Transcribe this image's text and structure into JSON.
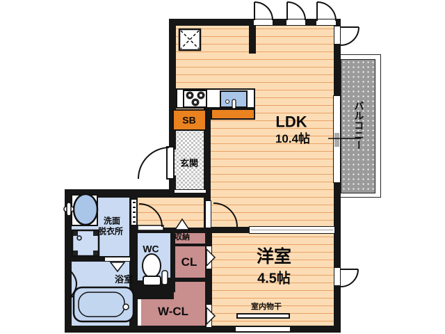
{
  "plan": {
    "rooms": {
      "ldk": {
        "name": "LDK",
        "area": "10.4帖"
      },
      "western_room": {
        "name": "洋室",
        "area": "4.5帖"
      },
      "balcony": {
        "name": "バルコニー"
      },
      "entrance": {
        "name": "玄関"
      },
      "shoe_box": {
        "name": "SB"
      },
      "washroom": {
        "line1": "洗面",
        "line2": "脱衣所"
      },
      "toilet": {
        "name": "WC"
      },
      "bathroom": {
        "name": "浴室"
      },
      "storage": {
        "name": "収納"
      },
      "closet": {
        "name": "CL"
      },
      "walk_in_closet": {
        "name": "W-CL"
      },
      "indoor_drying": {
        "label": "室内物干"
      }
    },
    "colors": {
      "wall": "#161616",
      "wood_floor": "#fcdcb5",
      "wood_line": "#e9a263",
      "wet_room_floor": "#c9daf2",
      "fixture_blue": "#a9c6e9",
      "closet_pink": "#c98e8e",
      "accent_orange": "#ea8220",
      "balcony_gray": "#9b9b9b"
    }
  }
}
